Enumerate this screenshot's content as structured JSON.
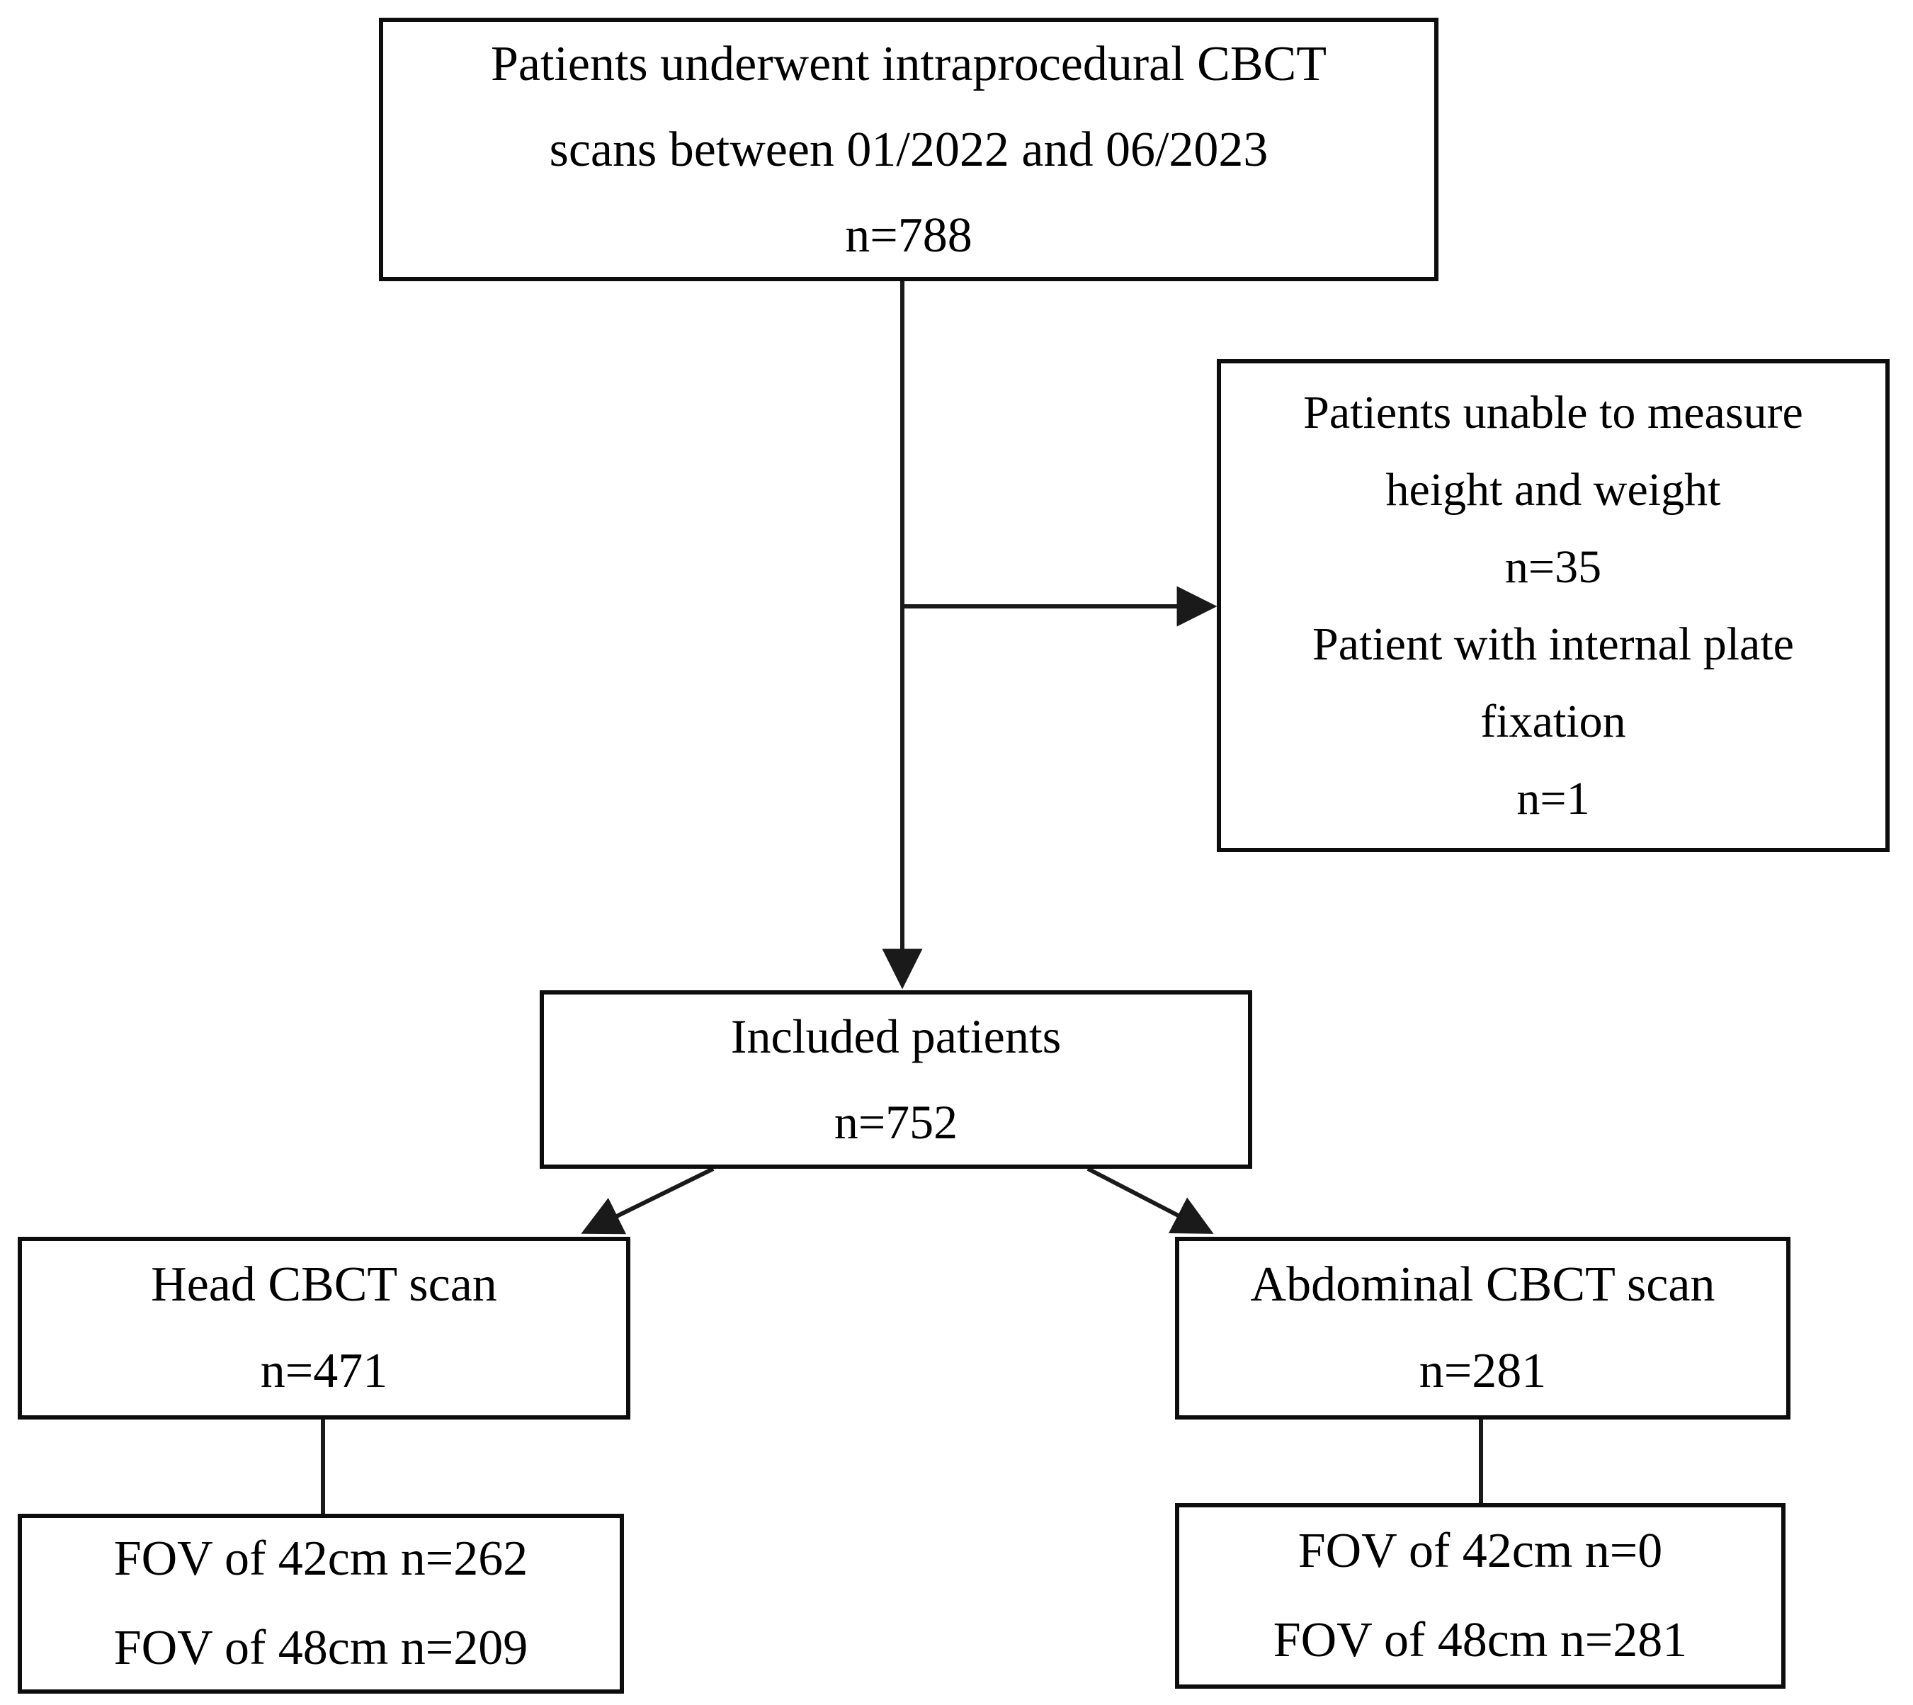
{
  "diagram": {
    "type": "flowchart",
    "colors": {
      "background": "#ffffff",
      "border": "#0d0d0d",
      "text": "#000000",
      "connector": "#1a1a1a"
    },
    "nodes": {
      "screened": {
        "lines": [
          "Patients underwent intraprocedural CBCT",
          "scans between 01/2022 and 06/2023",
          "n=788"
        ]
      },
      "excluded": {
        "lines": [
          "Patients unable to measure",
          "height and weight",
          "n=35",
          "Patient with internal plate",
          "fixation",
          "n=1"
        ]
      },
      "included": {
        "lines": [
          "Included patients",
          "n=752"
        ]
      },
      "head": {
        "lines": [
          "Head CBCT scan",
          "n=471"
        ]
      },
      "abdominal": {
        "lines": [
          "Abdominal CBCT scan",
          "n=281"
        ]
      },
      "head_fov": {
        "lines": [
          "FOV of 42cm n=262",
          "FOV of 48cm n=209"
        ]
      },
      "abdominal_fov": {
        "lines": [
          "FOV of 42cm n=0",
          "FOV of 48cm n=281"
        ]
      }
    },
    "edges": [
      {
        "from": "screened",
        "to": "included",
        "arrow": true
      },
      {
        "from": "screened",
        "to": "excluded",
        "arrow": true
      },
      {
        "from": "included",
        "to": "head",
        "arrow": true
      },
      {
        "from": "included",
        "to": "abdominal",
        "arrow": true
      },
      {
        "from": "head",
        "to": "head_fov",
        "arrow": false
      },
      {
        "from": "abdominal",
        "to": "abdominal_fov",
        "arrow": false
      }
    ]
  }
}
